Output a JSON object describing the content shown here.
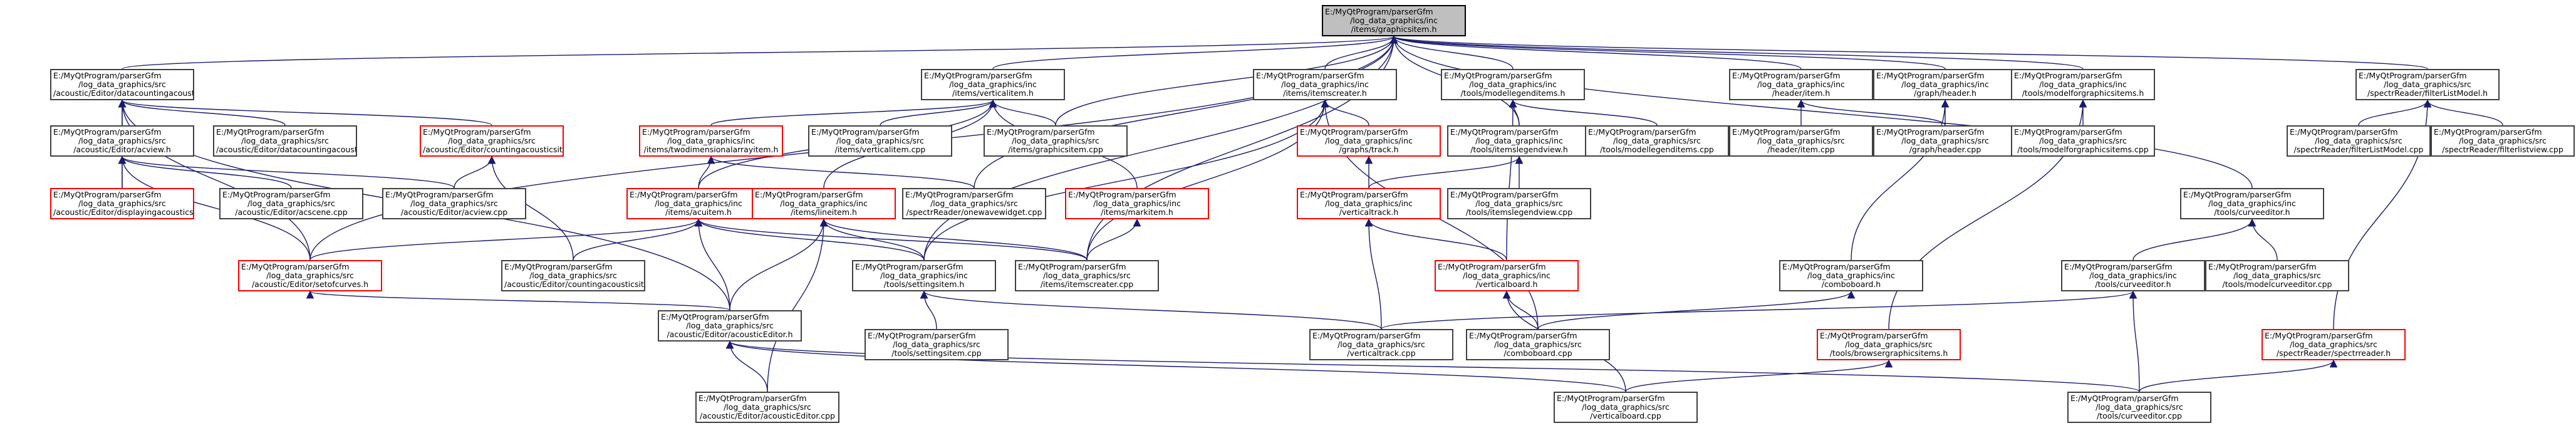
{
  "graph": {
    "title": "",
    "nodes": [
      {
        "id": "n0",
        "lines": [
          "E:/MyQtProgram/parserGfm",
          "/log_data_graphics/inc",
          "/items/graphicsitem.h"
        ],
        "style": "root"
      },
      {
        "id": "n1",
        "lines": [
          "E:/MyQtProgram/parserGfm",
          "/log_data_graphics/src",
          "/acoustic/Editor/datacountingacoustics.h"
        ],
        "style": "normal"
      },
      {
        "id": "n2",
        "lines": [
          "E:/MyQtProgram/parserGfm",
          "/log_data_graphics/inc",
          "/items/verticalitem.h"
        ],
        "style": "normal"
      },
      {
        "id": "n3",
        "lines": [
          "E:/MyQtProgram/parserGfm",
          "/log_data_graphics/inc",
          "/items/itemscreater.h"
        ],
        "style": "normal"
      },
      {
        "id": "n4",
        "lines": [
          "E:/MyQtProgram/parserGfm",
          "/log_data_graphics/inc",
          "/tools/modellegenditems.h"
        ],
        "style": "normal"
      },
      {
        "id": "n5",
        "lines": [
          "E:/MyQtProgram/parserGfm",
          "/log_data_graphics/inc",
          "/header/item.h"
        ],
        "style": "normal"
      },
      {
        "id": "n6",
        "lines": [
          "E:/MyQtProgram/parserGfm",
          "/log_data_graphics/inc",
          "/graph/header.h"
        ],
        "style": "normal"
      },
      {
        "id": "n7",
        "lines": [
          "E:/MyQtProgram/parserGfm",
          "/log_data_graphics/inc",
          "/tools/modelforgraphicsitems.h"
        ],
        "style": "normal"
      },
      {
        "id": "n8",
        "lines": [
          "E:/MyQtProgram/parserGfm",
          "/log_data_graphics/src",
          "/spectrReader/filterListModel.h"
        ],
        "style": "normal"
      },
      {
        "id": "n9",
        "lines": [
          "E:/MyQtProgram/parserGfm",
          "/log_data_graphics/src",
          "/acoustic/Editor/acview.h"
        ],
        "style": "normal"
      },
      {
        "id": "n10",
        "lines": [
          "E:/MyQtProgram/parserGfm",
          "/log_data_graphics/src",
          "/acoustic/Editor/datacountingacoustics.cpp"
        ],
        "style": "normal"
      },
      {
        "id": "n11",
        "lines": [
          "E:/MyQtProgram/parserGfm",
          "/log_data_graphics/src",
          "/acoustic/Editor/countingacousticsitem.h"
        ],
        "style": "red"
      },
      {
        "id": "n12",
        "lines": [
          "E:/MyQtProgram/parserGfm",
          "/log_data_graphics/inc",
          "/items/twodimensionalarrayitem.h"
        ],
        "style": "red"
      },
      {
        "id": "n13",
        "lines": [
          "E:/MyQtProgram/parserGfm",
          "/log_data_graphics/src",
          "/items/verticalitem.cpp"
        ],
        "style": "normal"
      },
      {
        "id": "n14",
        "lines": [
          "E:/MyQtProgram/parserGfm",
          "/log_data_graphics/src",
          "/items/graphicsitem.cpp"
        ],
        "style": "normal"
      },
      {
        "id": "n15",
        "lines": [
          "E:/MyQtProgram/parserGfm",
          "/log_data_graphics/inc",
          "/graphs/track.h"
        ],
        "style": "red"
      },
      {
        "id": "n16",
        "lines": [
          "E:/MyQtProgram/parserGfm",
          "/log_data_graphics/inc",
          "/tools/itemslegendview.h"
        ],
        "style": "normal"
      },
      {
        "id": "n17",
        "lines": [
          "E:/MyQtProgram/parserGfm",
          "/log_data_graphics/src",
          "/tools/modellegenditems.cpp"
        ],
        "style": "normal"
      },
      {
        "id": "n18",
        "lines": [
          "E:/MyQtProgram/parserGfm",
          "/log_data_graphics/src",
          "/header/item.cpp"
        ],
        "style": "normal"
      },
      {
        "id": "n19",
        "lines": [
          "E:/MyQtProgram/parserGfm",
          "/log_data_graphics/src",
          "/graph/header.cpp"
        ],
        "style": "normal"
      },
      {
        "id": "n20",
        "lines": [
          "E:/MyQtProgram/parserGfm",
          "/log_data_graphics/src",
          "/tools/modelforgraphicsitems.cpp"
        ],
        "style": "normal"
      },
      {
        "id": "n21",
        "lines": [
          "E:/MyQtProgram/parserGfm",
          "/log_data_graphics/src",
          "/spectrReader/filterListModel.cpp"
        ],
        "style": "normal"
      },
      {
        "id": "n22",
        "lines": [
          "E:/MyQtProgram/parserGfm",
          "/log_data_graphics/src",
          "/spectrReader/filterlistview.cpp"
        ],
        "style": "normal"
      },
      {
        "id": "n23",
        "lines": [
          "E:/MyQtProgram/parserGfm",
          "/log_data_graphics/src",
          "/acoustic/Editor/displayingacoustics.h"
        ],
        "style": "red"
      },
      {
        "id": "n24",
        "lines": [
          "E:/MyQtProgram/parserGfm",
          "/log_data_graphics/src",
          "/acoustic/Editor/acscene.cpp"
        ],
        "style": "normal"
      },
      {
        "id": "n25",
        "lines": [
          "E:/MyQtProgram/parserGfm",
          "/log_data_graphics/src",
          "/acoustic/Editor/acview.cpp"
        ],
        "style": "normal"
      },
      {
        "id": "n26",
        "lines": [
          "E:/MyQtProgram/parserGfm",
          "/log_data_graphics/inc",
          "/items/acuitem.h"
        ],
        "style": "red"
      },
      {
        "id": "n27",
        "lines": [
          "E:/MyQtProgram/parserGfm",
          "/log_data_graphics/inc",
          "/items/lineitem.h"
        ],
        "style": "red"
      },
      {
        "id": "n28",
        "lines": [
          "E:/MyQtProgram/parserGfm",
          "/log_data_graphics/src",
          "/spectrReader/onewavewidget.cpp"
        ],
        "style": "normal"
      },
      {
        "id": "n29",
        "lines": [
          "E:/MyQtProgram/parserGfm",
          "/log_data_graphics/inc",
          "/items/markitem.h"
        ],
        "style": "red"
      },
      {
        "id": "n30",
        "lines": [
          "E:/MyQtProgram/parserGfm",
          "/log_data_graphics/inc",
          "/verticaltrack.h"
        ],
        "style": "red"
      },
      {
        "id": "n31",
        "lines": [
          "E:/MyQtProgram/parserGfm",
          "/log_data_graphics/src",
          "/tools/itemslegendview.cpp"
        ],
        "style": "normal"
      },
      {
        "id": "n32",
        "lines": [
          "E:/MyQtProgram/parserGfm",
          "/log_data_graphics/inc",
          "/tools/curveeditor.h"
        ],
        "style": "normal"
      },
      {
        "id": "n33",
        "lines": [
          "E:/MyQtProgram/parserGfm",
          "/log_data_graphics/src",
          "/acoustic/Editor/setofcurves.h"
        ],
        "style": "red"
      },
      {
        "id": "n34",
        "lines": [
          "E:/MyQtProgram/parserGfm",
          "/log_data_graphics/src",
          "/acoustic/Editor/countingacousticsitem.cpp"
        ],
        "style": "normal"
      },
      {
        "id": "n35",
        "lines": [
          "E:/MyQtProgram/parserGfm",
          "/log_data_graphics/inc",
          "/tools/settingsitem.h"
        ],
        "style": "normal"
      },
      {
        "id": "n36",
        "lines": [
          "E:/MyQtProgram/parserGfm",
          "/log_data_graphics/src",
          "/items/itemscreater.cpp"
        ],
        "style": "normal"
      },
      {
        "id": "n37",
        "lines": [
          "E:/MyQtProgram/parserGfm",
          "/log_data_graphics/inc",
          "/verticalboard.h"
        ],
        "style": "red"
      },
      {
        "id": "n38",
        "lines": [
          "E:/MyQtProgram/parserGfm",
          "/log_data_graphics/inc",
          "/comboboard.h"
        ],
        "style": "normal"
      },
      {
        "id": "n39",
        "lines": [
          "E:/MyQtProgram/parserGfm",
          "/log_data_graphics/inc",
          "/tools/curveeditor.h"
        ],
        "style": "normal"
      },
      {
        "id": "n40",
        "lines": [
          "E:/MyQtProgram/parserGfm",
          "/log_data_graphics/src",
          "/tools/modelcurveeditor.cpp"
        ],
        "style": "normal"
      },
      {
        "id": "n41",
        "lines": [
          "E:/MyQtProgram/parserGfm",
          "/log_data_graphics/src",
          "/acoustic/Editor/acousticEditor.h"
        ],
        "style": "normal"
      },
      {
        "id": "n42",
        "lines": [
          "E:/MyQtProgram/parserGfm",
          "/log_data_graphics/src",
          "/tools/settingsitem.cpp"
        ],
        "style": "normal"
      },
      {
        "id": "n43",
        "lines": [
          "E:/MyQtProgram/parserGfm",
          "/log_data_graphics/src",
          "/verticaltrack.cpp"
        ],
        "style": "normal"
      },
      {
        "id": "n44",
        "lines": [
          "E:/MyQtProgram/parserGfm",
          "/log_data_graphics/src",
          "/comboboard.cpp"
        ],
        "style": "normal"
      },
      {
        "id": "n45",
        "lines": [
          "E:/MyQtProgram/parserGfm",
          "/log_data_graphics/src",
          "/tools/browsergraphicsitems.h"
        ],
        "style": "red"
      },
      {
        "id": "n46",
        "lines": [
          "E:/MyQtProgram/parserGfm",
          "/log_data_graphics/src",
          "/spectrReader/spectrreader.h"
        ],
        "style": "red"
      },
      {
        "id": "n47",
        "lines": [
          "E:/MyQtProgram/parserGfm",
          "/log_data_graphics/src",
          "/acoustic/Editor/acousticEditor.cpp"
        ],
        "style": "normal"
      },
      {
        "id": "n48",
        "lines": [
          "E:/MyQtProgram/parserGfm",
          "/log_data_graphics/src",
          "/verticalboard.cpp"
        ],
        "style": "normal"
      },
      {
        "id": "n49",
        "lines": [
          "E:/MyQtProgram/parserGfm",
          "/log_data_graphics/src",
          "/tools/curveeditor.cpp"
        ],
        "style": "normal"
      }
    ],
    "edges": [
      [
        "n0",
        "n1"
      ],
      [
        "n0",
        "n2"
      ],
      [
        "n0",
        "n3"
      ],
      [
        "n0",
        "n4"
      ],
      [
        "n0",
        "n5"
      ],
      [
        "n0",
        "n6"
      ],
      [
        "n0",
        "n7"
      ],
      [
        "n0",
        "n8"
      ],
      [
        "n0",
        "n14"
      ],
      [
        "n0",
        "n16"
      ],
      [
        "n0",
        "n28"
      ],
      [
        "n0",
        "n32"
      ],
      [
        "n0",
        "n33"
      ],
      [
        "n0",
        "n36"
      ],
      [
        "n0",
        "n35"
      ],
      [
        "n1",
        "n9"
      ],
      [
        "n1",
        "n10"
      ],
      [
        "n1",
        "n11"
      ],
      [
        "n1",
        "n23"
      ],
      [
        "n1",
        "n33"
      ],
      [
        "n1",
        "n41"
      ],
      [
        "n2",
        "n12"
      ],
      [
        "n2",
        "n13"
      ],
      [
        "n2",
        "n14"
      ],
      [
        "n2",
        "n26"
      ],
      [
        "n2",
        "n27"
      ],
      [
        "n2",
        "n29"
      ],
      [
        "n3",
        "n15"
      ],
      [
        "n3",
        "n36"
      ],
      [
        "n3",
        "n44"
      ],
      [
        "n3",
        "n35"
      ],
      [
        "n4",
        "n16"
      ],
      [
        "n4",
        "n17"
      ],
      [
        "n4",
        "n37"
      ],
      [
        "n5",
        "n18"
      ],
      [
        "n5",
        "n19"
      ],
      [
        "n6",
        "n19"
      ],
      [
        "n6",
        "n38"
      ],
      [
        "n7",
        "n20"
      ],
      [
        "n7",
        "n45"
      ],
      [
        "n8",
        "n21"
      ],
      [
        "n8",
        "n22"
      ],
      [
        "n8",
        "n46"
      ],
      [
        "n9",
        "n23"
      ],
      [
        "n9",
        "n24"
      ],
      [
        "n9",
        "n25"
      ],
      [
        "n9",
        "n33"
      ],
      [
        "n11",
        "n34"
      ],
      [
        "n11",
        "n25"
      ],
      [
        "n12",
        "n26"
      ],
      [
        "n12",
        "n28"
      ],
      [
        "n15",
        "n30"
      ],
      [
        "n16",
        "n30"
      ],
      [
        "n16",
        "n31"
      ],
      [
        "n26",
        "n33"
      ],
      [
        "n26",
        "n34"
      ],
      [
        "n26",
        "n35"
      ],
      [
        "n26",
        "n41"
      ],
      [
        "n26",
        "n36"
      ],
      [
        "n27",
        "n35"
      ],
      [
        "n27",
        "n36"
      ],
      [
        "n27",
        "n47"
      ],
      [
        "n27",
        "n41"
      ],
      [
        "n29",
        "n36"
      ],
      [
        "n30",
        "n43"
      ],
      [
        "n30",
        "n37"
      ],
      [
        "n32",
        "n39"
      ],
      [
        "n32",
        "n40"
      ],
      [
        "n33",
        "n41"
      ],
      [
        "n35",
        "n42"
      ],
      [
        "n35",
        "n43"
      ],
      [
        "n37",
        "n44"
      ],
      [
        "n37",
        "n48"
      ],
      [
        "n38",
        "n44"
      ],
      [
        "n39",
        "n43"
      ],
      [
        "n39",
        "n49"
      ],
      [
        "n41",
        "n47"
      ],
      [
        "n41",
        "n48"
      ],
      [
        "n41",
        "n49"
      ],
      [
        "n45",
        "n48"
      ],
      [
        "n46",
        "n49"
      ]
    ]
  }
}
